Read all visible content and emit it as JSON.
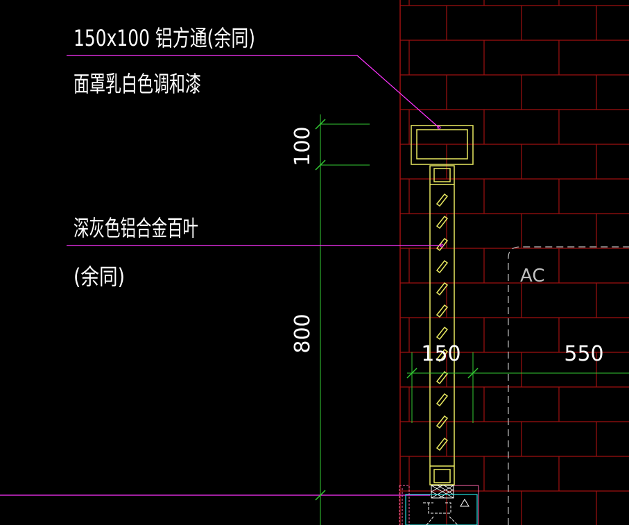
{
  "annotations": {
    "profile_line1": "150x100   铝方通(余同)",
    "profile_line2": "面罩乳白色调和漆",
    "louver_line1": "深灰色铝合金百叶",
    "louver_line2": "(余同)"
  },
  "dimensions": {
    "dim_100": "100",
    "dim_800": "800",
    "dim_150": "150",
    "dim_550": "550"
  },
  "grid_label": "AC",
  "colors": {
    "background": "#000000",
    "brick": "#a01010",
    "annotation": "#ff33ff",
    "dimension": "#33cc33",
    "outline": "#e8e860",
    "text": "#ffffff",
    "gridline": "#bfbfbf"
  }
}
